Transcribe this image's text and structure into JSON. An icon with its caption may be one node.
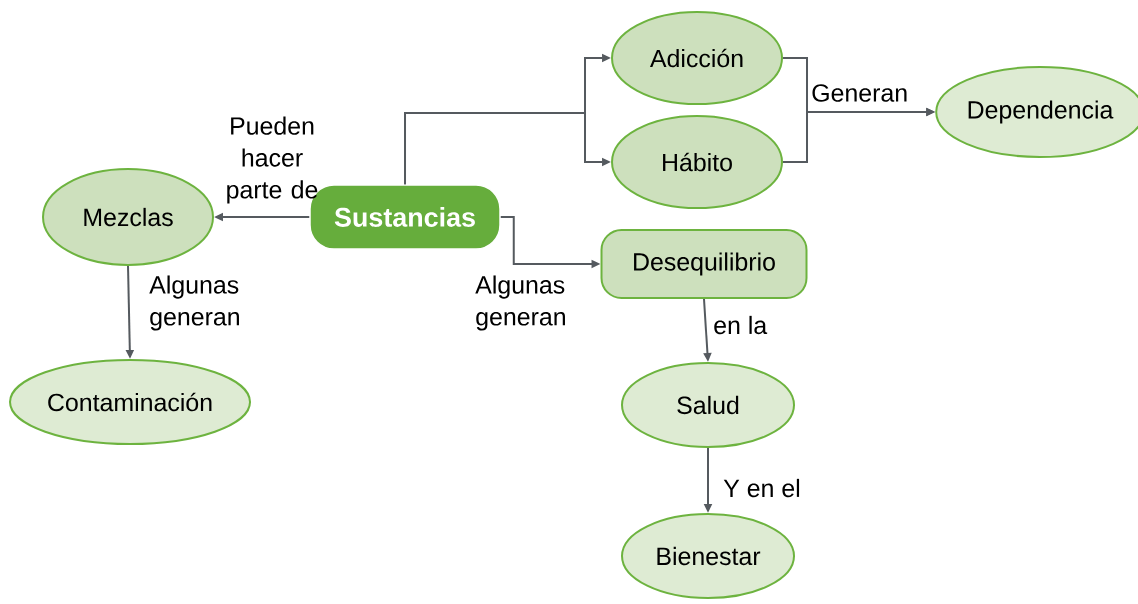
{
  "diagram": {
    "nodes": [
      {
        "text": [
          "Sustancias"
        ]
      },
      {
        "text": [
          "Mezclas"
        ]
      },
      {
        "text": [
          "Contaminación"
        ]
      },
      {
        "text": [
          "Adicción"
        ]
      },
      {
        "text": [
          "Hábito"
        ]
      },
      {
        "text": [
          "Dependencia"
        ]
      },
      {
        "text": [
          "Desequilibrio"
        ]
      },
      {
        "text": [
          "Salud"
        ]
      },
      {
        "text": [
          "Bienestar"
        ]
      }
    ],
    "edges": [
      {
        "from": 0,
        "to": 1,
        "arrow": "to",
        "label": "Pueden hacer parte de"
      },
      {
        "from": 1,
        "to": 2,
        "arrow": "to",
        "label": "Algunas generan"
      },
      {
        "from": 0,
        "to": 3,
        "arrow": "to"
      },
      {
        "from": 0,
        "to": 4,
        "arrow": "to"
      },
      {
        "from": 3,
        "to": 5,
        "arrow": "to",
        "label": "Generan"
      },
      {
        "from": 4,
        "to": 5,
        "arrow": "to"
      },
      {
        "from": 0,
        "to": 6,
        "arrow": "to",
        "label": "Algunas generan"
      },
      {
        "from": 6,
        "to": 7,
        "arrow": "to",
        "label": "en la"
      },
      {
        "from": 7,
        "to": 8,
        "arrow": "to",
        "label": "Y en el"
      }
    ]
  }
}
